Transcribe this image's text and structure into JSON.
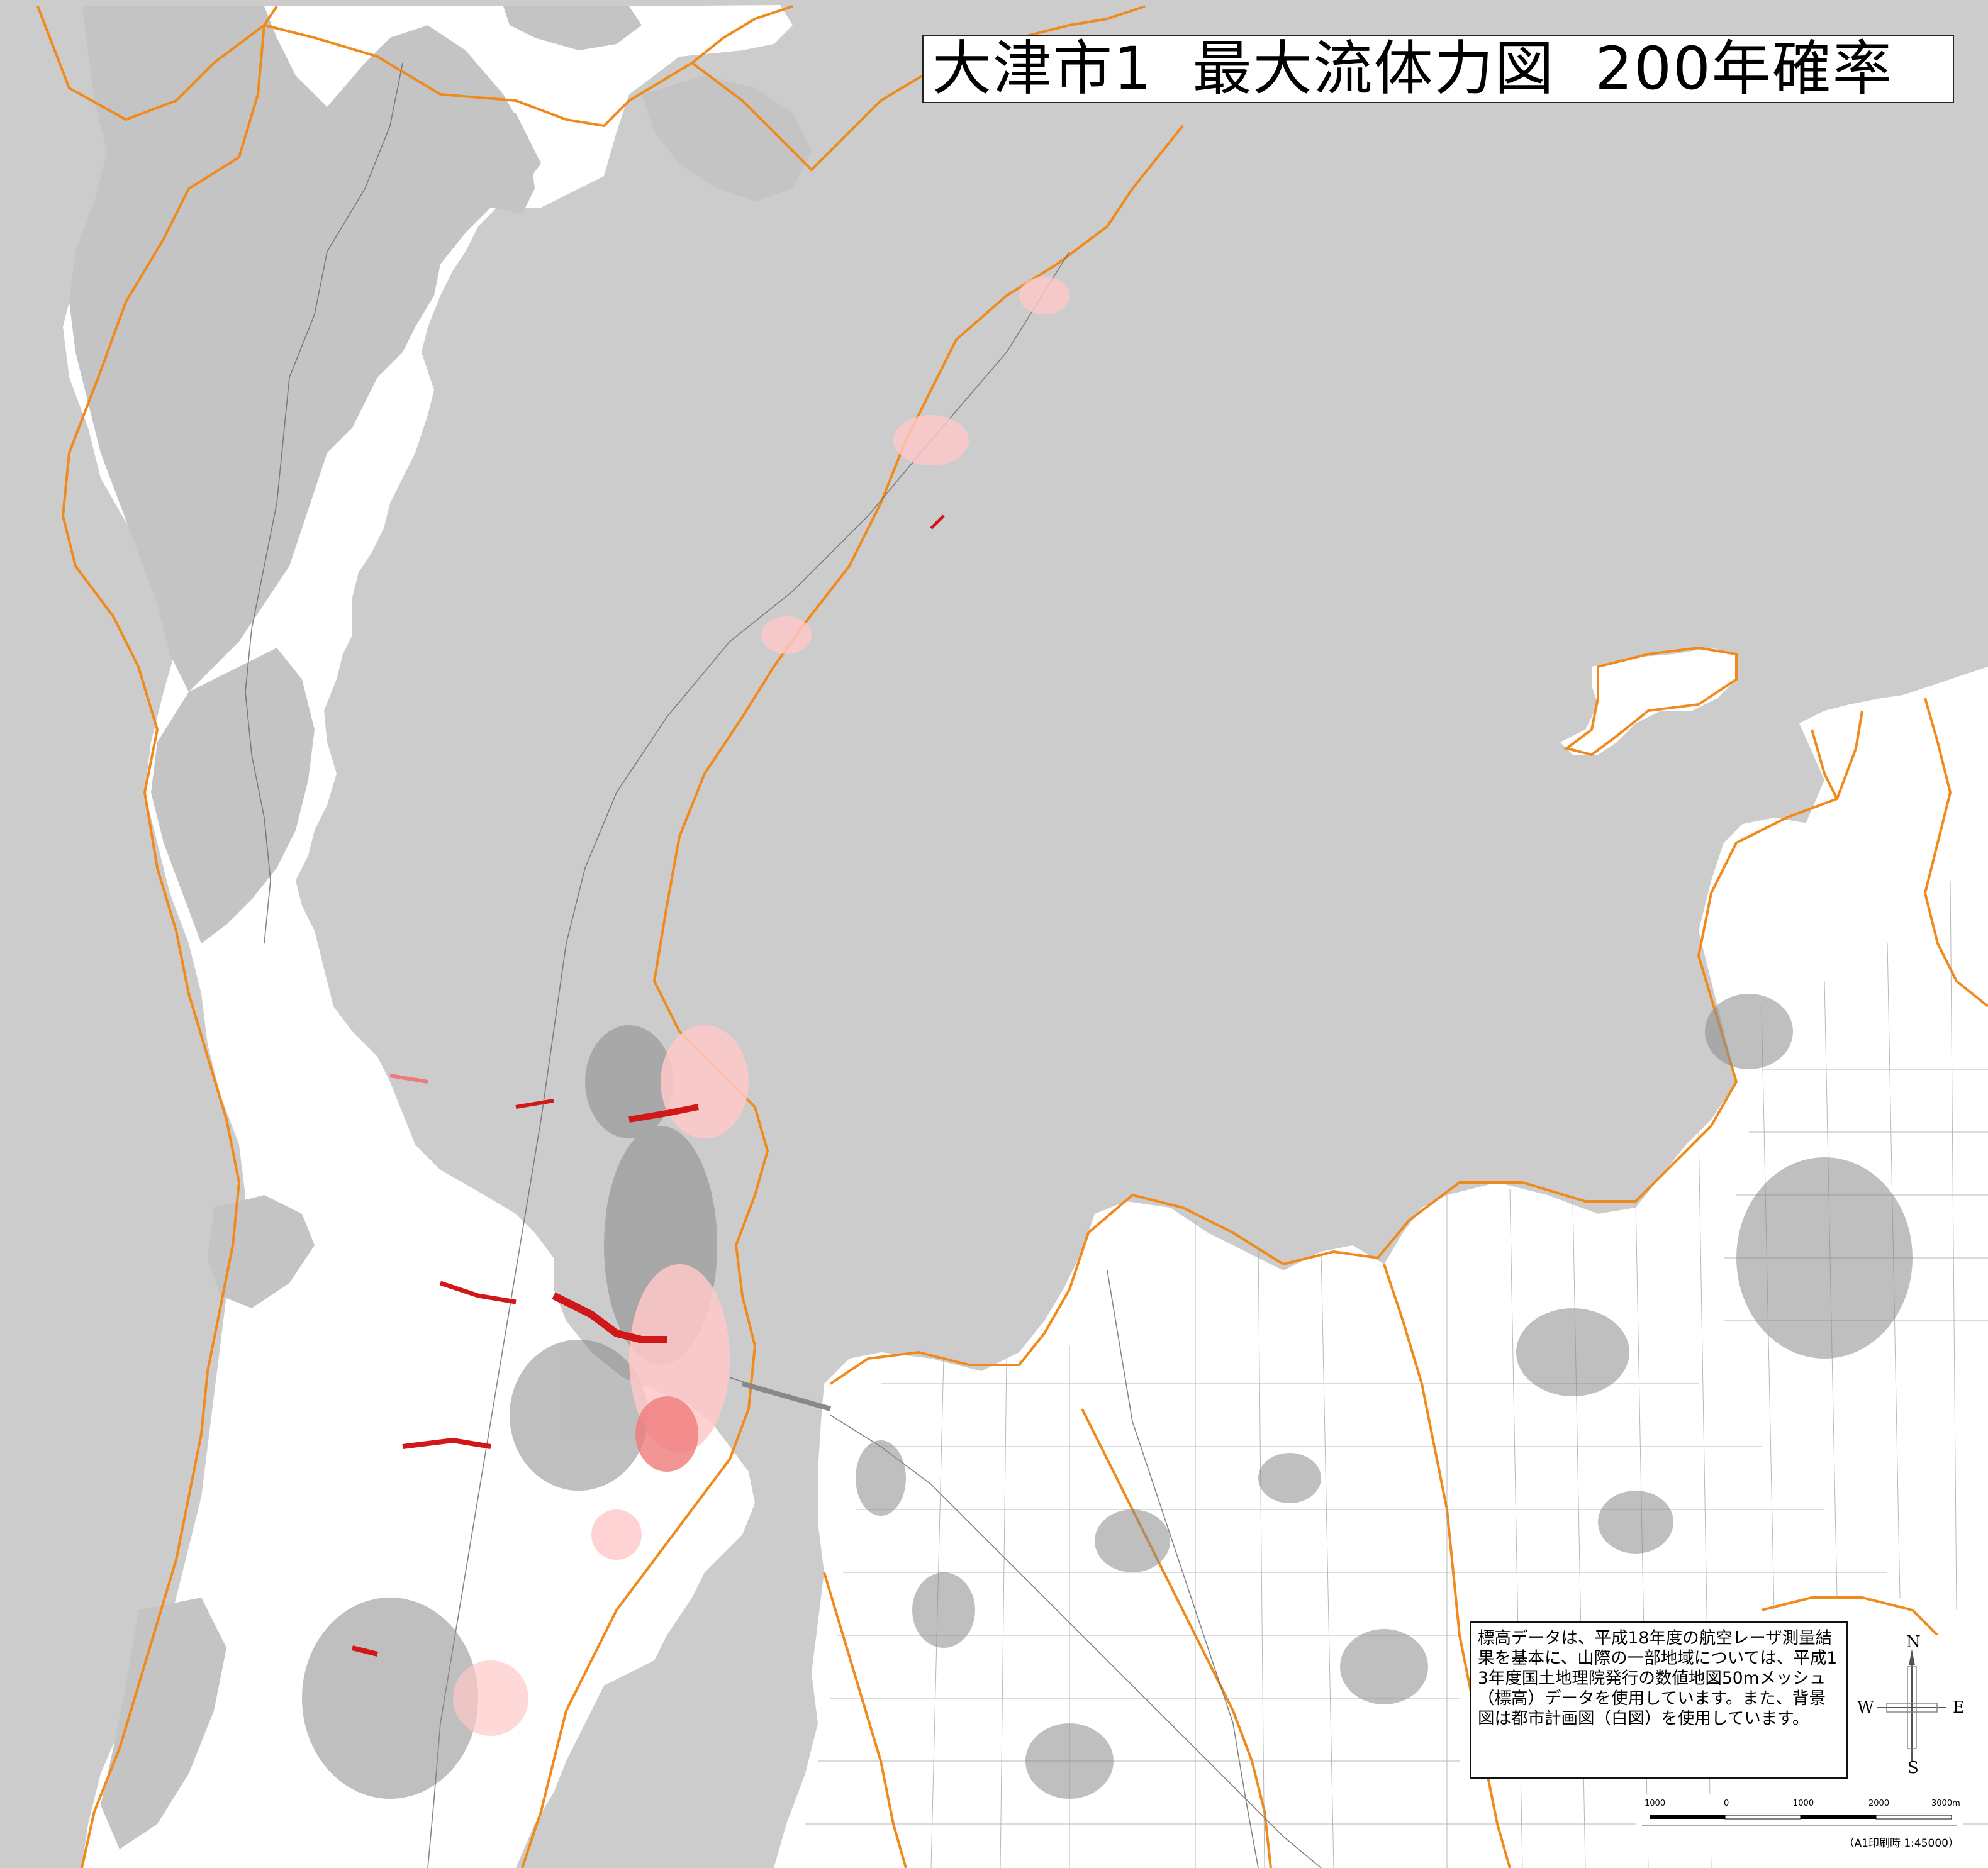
{
  "map": {
    "title": "大津市1  最大流体力図  200年確率",
    "note": "標高データは、平成18年度の航空レーザ測量結果を基本に、山際の一部地域については、平成13年度国土地理院発行の数値地図50mメッシュ（標高）データを使用しています。また、背景図は都市計画図（白図）を使用しています。",
    "compass": {
      "north": "N",
      "south": "S",
      "east": "E",
      "west": "W"
    },
    "scale_bar": {
      "ticks": [
        "1000",
        "0",
        "1000",
        "2000",
        "3000m"
      ],
      "print_note": "（A1印刷時 1:45000）"
    },
    "colors": {
      "water": "#cccccc",
      "outside_area": "#cccccc",
      "forest": "#c4c4c4",
      "land": "#ffffff",
      "boundary": "#f08a1c",
      "roads": "#6e6e6e",
      "hazard_light": "#ffc8c8",
      "hazard_mid": "#f07a7a",
      "hazard_strong": "#d01818"
    }
  }
}
